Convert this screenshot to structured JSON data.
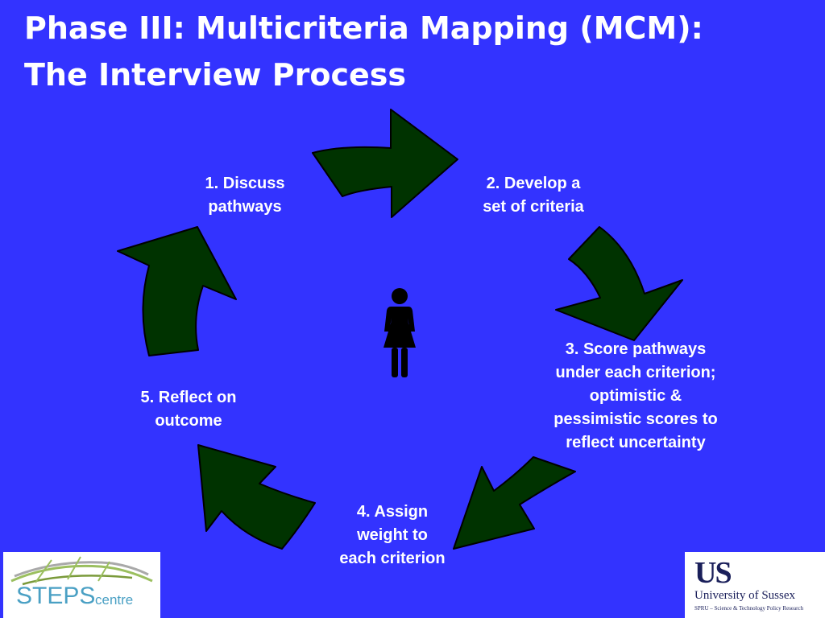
{
  "title": {
    "line1": "Phase III: Multicriteria Mapping (MCM):",
    "line2": "The Interview Process"
  },
  "steps": [
    {
      "lines": [
        "1. Discuss",
        "pathways"
      ]
    },
    {
      "lines": [
        "2. Develop a",
        "set of criteria"
      ]
    },
    {
      "lines": [
        "3. Score pathways",
        "under each criterion;",
        "optimistic &",
        "pessimistic scores to",
        "reflect uncertainty"
      ]
    },
    {
      "lines": [
        "4. Assign",
        "weight to",
        "each criterion"
      ]
    },
    {
      "lines": [
        "5. Reflect on",
        "outcome"
      ]
    }
  ],
  "center_icon": "person-icon",
  "colors": {
    "background": "#3333ff",
    "arrow_fill": "#003300",
    "arrow_stroke": "#000000",
    "text": "#ffffff"
  },
  "logos": {
    "left": {
      "text": "STEPS",
      "sup": "centre"
    },
    "right": {
      "mark": "US",
      "name": "University of Sussex",
      "sub": "SPRU – Science & Technology Policy Research"
    }
  }
}
